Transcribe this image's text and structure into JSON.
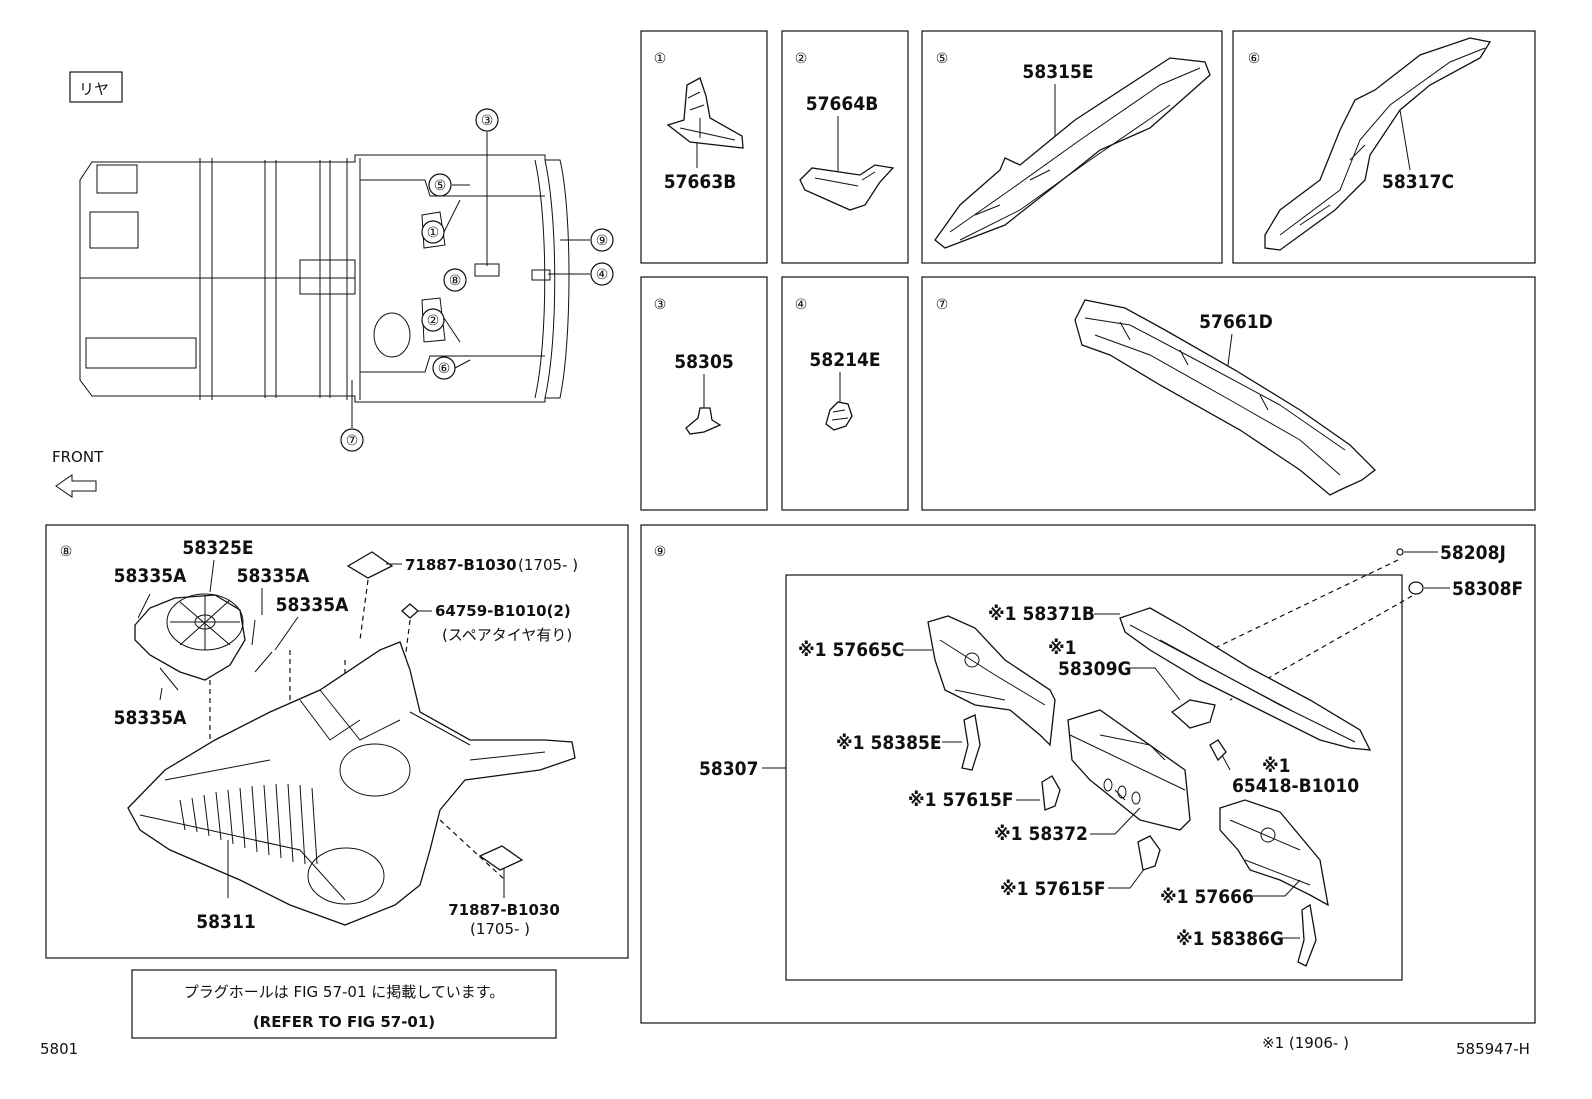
{
  "rear_label": "リヤ",
  "front_label": "FRONT",
  "overview_callouts": [
    "①",
    "②",
    "③",
    "④",
    "⑤",
    "⑥",
    "⑦",
    "⑧",
    "⑨"
  ],
  "panels": [
    {
      "id": "1",
      "marker": "①",
      "parts": [
        "57663B"
      ]
    },
    {
      "id": "2",
      "marker": "②",
      "parts": [
        "57664B"
      ]
    },
    {
      "id": "5",
      "marker": "⑤",
      "parts": [
        "58315E"
      ]
    },
    {
      "id": "6",
      "marker": "⑥",
      "parts": [
        "58317C"
      ]
    },
    {
      "id": "3",
      "marker": "③",
      "parts": [
        "58305"
      ]
    },
    {
      "id": "4",
      "marker": "④",
      "parts": [
        "58214E"
      ]
    },
    {
      "id": "7",
      "marker": "⑦",
      "parts": [
        "57661D"
      ]
    }
  ],
  "panel8": {
    "marker": "⑧",
    "parts": {
      "p58325E": "58325E",
      "p58335A_1": "58335A",
      "p58335A_2": "58335A",
      "p58335A_3": "58335A",
      "p58335A_4": "58335A",
      "p71887_top": "71887-B1030",
      "p71887_top_note": "(1705-      )",
      "p64759": "64759-B1010(2)",
      "p64759_note": "(スペアタイヤ有り)",
      "p58311": "58311",
      "p71887_bot": "71887-B1030",
      "p71887_bot_note": "(1705-      )"
    }
  },
  "panel9": {
    "marker": "⑨",
    "parts": {
      "p58208J": "58208J",
      "p58308F": "58308F",
      "p58371B": "※1 58371B",
      "p57665C": "※1 57665C",
      "p58309G_mark": "※1",
      "p58309G": "58309G",
      "p58385E": "※1 58385E",
      "p58307": "58307",
      "p57615F_1": "※1 57615F",
      "p58372": "※1 58372",
      "p65418_mark": "※1",
      "p65418": "65418-B1010",
      "p57615F_2": "※1 57615F",
      "p57666": "※1 57666",
      "p58386G": "※1 58386G"
    }
  },
  "note_box": {
    "jp": "プラグホールは FIG 57-01 に掲載しています。",
    "en": "(REFER TO FIG 57-01)"
  },
  "footnote": "※1 (1906-      )",
  "page_code": "5801",
  "diagram_id": "585947-H"
}
